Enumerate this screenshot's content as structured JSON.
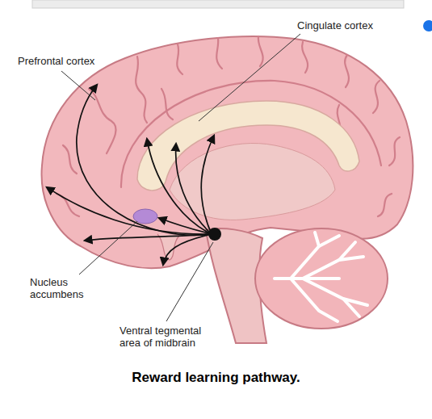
{
  "diagram": {
    "caption": "Reward learning pathway.",
    "labels": [
      "Prefrontal cortex",
      "Cingulate cortex",
      "Nucleus accumbens",
      "Ventral tegmental area of midbrain"
    ]
  }
}
